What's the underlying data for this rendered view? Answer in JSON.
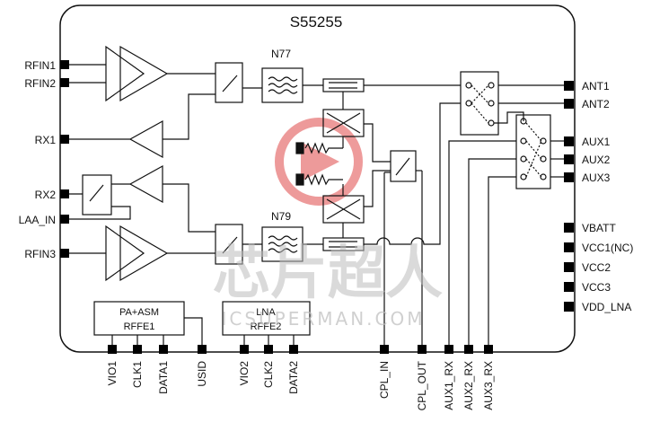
{
  "title": "S55255",
  "filters": {
    "top": "N77",
    "bottom": "N79"
  },
  "left_pins": [
    "RFIN1",
    "RFIN2",
    "RX1",
    "RX2",
    "LAA_IN",
    "RFIN3"
  ],
  "right_pins": [
    "ANT1",
    "ANT2",
    "AUX1",
    "AUX2",
    "AUX3",
    "VBATT",
    "VCC1(NC)",
    "VCC2",
    "VCC3",
    "VDD_LNA"
  ],
  "bottom_pins": [
    "VIO1",
    "CLK1",
    "DATA1",
    "USID",
    "VIO2",
    "CLK2",
    "DATA2",
    "CPL_IN",
    "CPL_OUT",
    "AUX1_RX",
    "AUX2_RX",
    "AUX3_RX"
  ],
  "blocks": {
    "rffe1": {
      "line1": "PA+ASM",
      "line2": "RFFE1"
    },
    "rffe2": {
      "line1": "LNA",
      "line2": "RFFE2"
    }
  },
  "watermark": {
    "chinese": "芯片超人",
    "url": "ICSUPERMAN.COM"
  },
  "colors": {
    "line": "#111111",
    "pin": "#000000",
    "watermark_logo": "#e04848",
    "watermark_text": "#bdbdbd"
  }
}
